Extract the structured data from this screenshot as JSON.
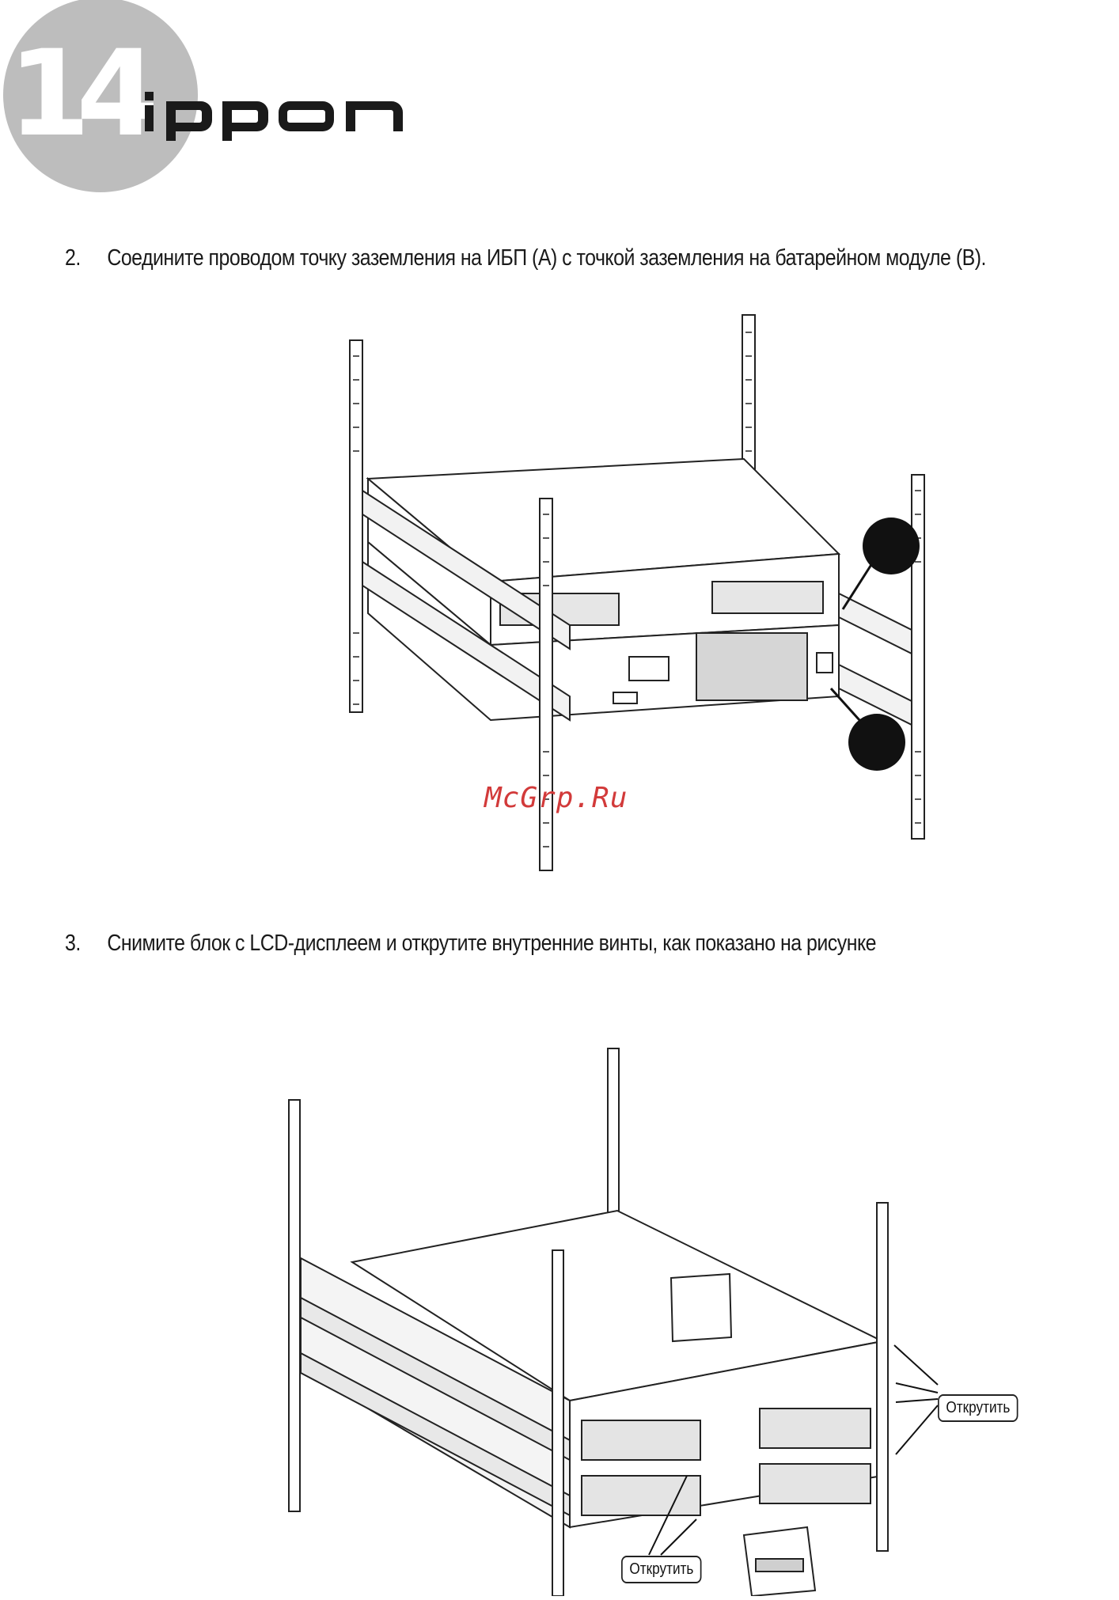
{
  "header": {
    "page_number": "14",
    "brand": "ippon"
  },
  "steps": [
    {
      "number": "2.",
      "text": "Соедините проводом точку заземления на ИБП (А) с точкой заземления на батарейном модуле (В)."
    },
    {
      "number": "3.",
      "text": "Снимите блок с LCD-дисплеем и открутите внутренние винты, как показано на рисунке"
    }
  ],
  "figure2": {
    "callout_right": "Открутить",
    "callout_bottom": "Открутить"
  },
  "watermark": "McGrp.Ru",
  "colors": {
    "logo_circle": "#bdbdbd",
    "ink": "#1a1a1a",
    "watermark": "#d23a3a"
  }
}
